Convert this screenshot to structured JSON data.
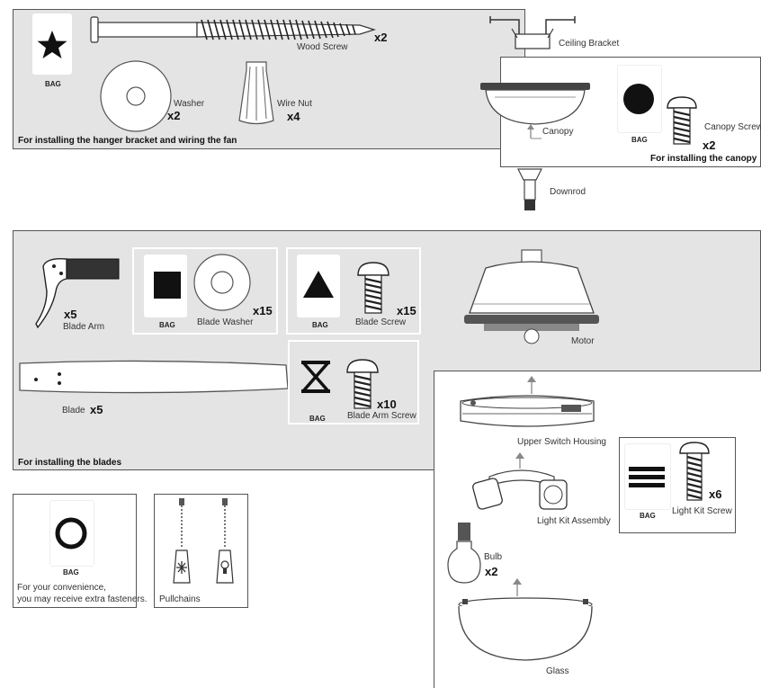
{
  "hardware": {
    "bag": "BAG",
    "wood_screw": {
      "label": "Wood Screw",
      "qty": "x2"
    },
    "washer": {
      "label": "Washer",
      "qty": "x2"
    },
    "wire_nut": {
      "label": "Wire Nut",
      "qty": "x4"
    },
    "hanger_caption": "For installing the hanger bracket and wiring the fan"
  },
  "ceiling": {
    "ceiling_bracket": "Ceiling Bracket",
    "canopy": "Canopy",
    "canopy_screw": {
      "label": "Canopy Screw",
      "qty": "x2"
    },
    "canopy_caption": "For installing the canopy",
    "downrod": "Downrod"
  },
  "blades": {
    "blade_arm": {
      "label": "Blade Arm",
      "qty": "x5"
    },
    "blade_washer": {
      "label": "Blade Washer",
      "qty": "x15"
    },
    "blade_screw": {
      "label": "Blade Screw",
      "qty": "x15"
    },
    "motor": "Motor",
    "blade": {
      "label": "Blade",
      "qty": "x5"
    },
    "blade_arm_screw": {
      "label": "Blade Arm Screw",
      "qty": "x10"
    },
    "caption": "For installing the blades"
  },
  "light": {
    "upper_switch_housing": "Upper Switch Housing",
    "light_kit_assembly": "Light Kit Assembly",
    "light_kit_screw": {
      "label": "Light Kit Screw",
      "qty": "x6"
    },
    "bulb": {
      "label": "Bulb",
      "qty": "x2"
    },
    "glass": "Glass"
  },
  "extras": {
    "line1": "For your convenience,",
    "line2": "you may receive extra fasteners.",
    "pullchains": "Pullchains"
  }
}
